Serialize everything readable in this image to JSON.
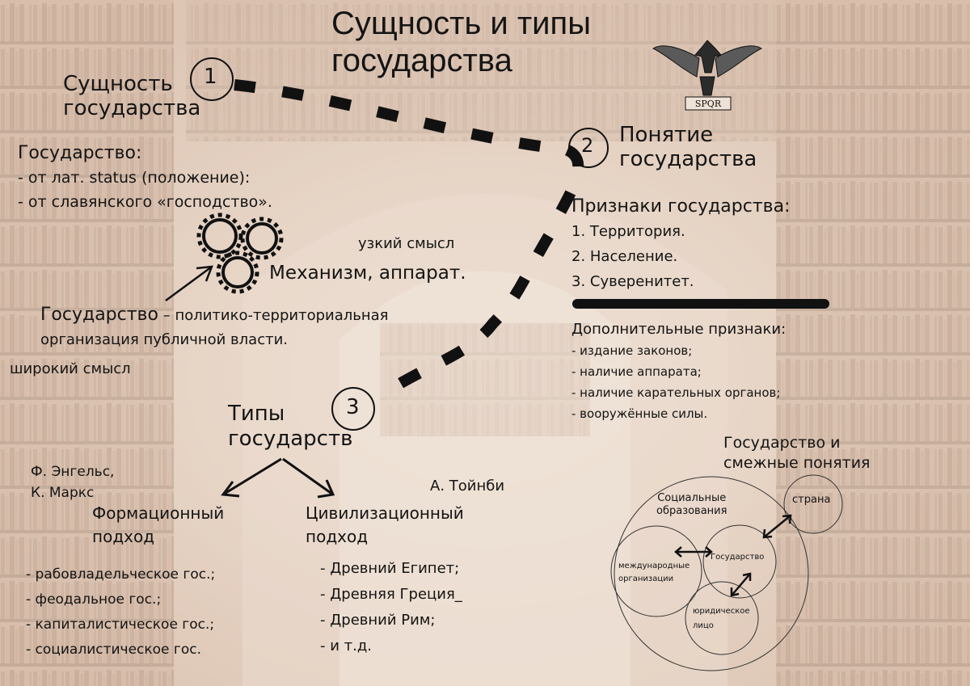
{
  "title": {
    "line1": "Сущность и типы",
    "line2": "государства"
  },
  "emblem": {
    "banner": "SPQR"
  },
  "nodes": {
    "n1": "1",
    "n2": "2",
    "n3": "3"
  },
  "essence": {
    "heading_line1": "Сущность",
    "heading_line2": "государства",
    "etymology_title": "Государство:",
    "etymology_lines": [
      "- от лат. status (положение):",
      "- от славянского «господство»."
    ]
  },
  "mechanism": {
    "narrow_sense": "узкий смысл",
    "label": "Механизм, аппарат.",
    "definition_term": "Государство",
    "definition_rest": " – политико-территориальная",
    "definition_line2": "организация публичной власти.",
    "broad_sense": "широкий смысл"
  },
  "concept": {
    "heading_line1": "Понятие",
    "heading_line2": "государства",
    "signs_title": "Признаки государства:",
    "signs": [
      "1. Территория.",
      "2. Население.",
      "3. Суверенитет."
    ],
    "extra_title": "Дополнительные признаки:",
    "extra": [
      "- издание законов;",
      "- наличие аппарата;",
      "- наличие карательных органов;",
      "- вооружённые силы."
    ]
  },
  "types": {
    "heading_line1": "Типы",
    "heading_line2": "государств",
    "authors_formational": [
      "Ф. Энгельс,",
      "К. Маркс"
    ],
    "author_civilizational": "А. Тойнби",
    "formational_line1": "Формационный",
    "formational_line2": "подход",
    "formational_items": [
      "- рабовладельческое гос.;",
      "- феодальное гос.;",
      "- капиталистическое гос.;",
      "- социалистическое гос."
    ],
    "civilizational_line1": "Цивилизационный",
    "civilizational_line2": "подход",
    "civilizational_items": [
      "- Древний Египет;",
      "- Древняя Греция_",
      "- Древний Рим;",
      "- и т.д."
    ]
  },
  "related": {
    "heading_line1": "Государство и",
    "heading_line2": "смежные понятия",
    "social_line1": "Социальные",
    "social_line2": "образования",
    "country": "страна",
    "state": "Государство",
    "intl_line1": "международные",
    "intl_line2": "организации",
    "legal_line1": "юридическое",
    "legal_line2": "лицо"
  },
  "colors": {
    "background": "#dcc4b5",
    "shelf_dark": "#8d6f5a",
    "ink": "#141414",
    "path": "#111111"
  }
}
